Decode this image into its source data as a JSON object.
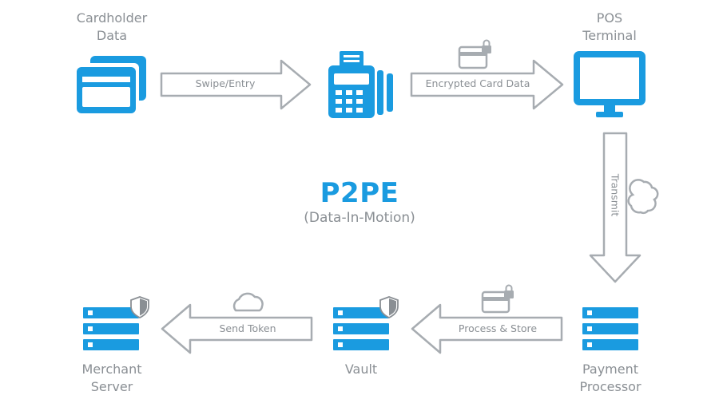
{
  "center": {
    "title": "P2PE",
    "subtitle": "(Data-In-Motion)"
  },
  "nodes": {
    "cardholder": {
      "line1": "Cardholder",
      "line2": "Data"
    },
    "pos": {
      "line1": "POS",
      "line2": "Terminal"
    },
    "merchant": {
      "line1": "Merchant",
      "line2": "Server"
    },
    "vault": {
      "line1": "Vault"
    },
    "processor": {
      "line1": "Payment",
      "line2": "Processor"
    }
  },
  "arrows": {
    "swipe": "Swipe/Entry",
    "encrypted": "Encrypted Card Data",
    "transmit": "Transmit",
    "process": "Process & Store",
    "token": "Send Token"
  },
  "colors": {
    "accent": "#1a9be0",
    "arrow_stroke": "#a7acb1",
    "text": "#8a8f94"
  }
}
